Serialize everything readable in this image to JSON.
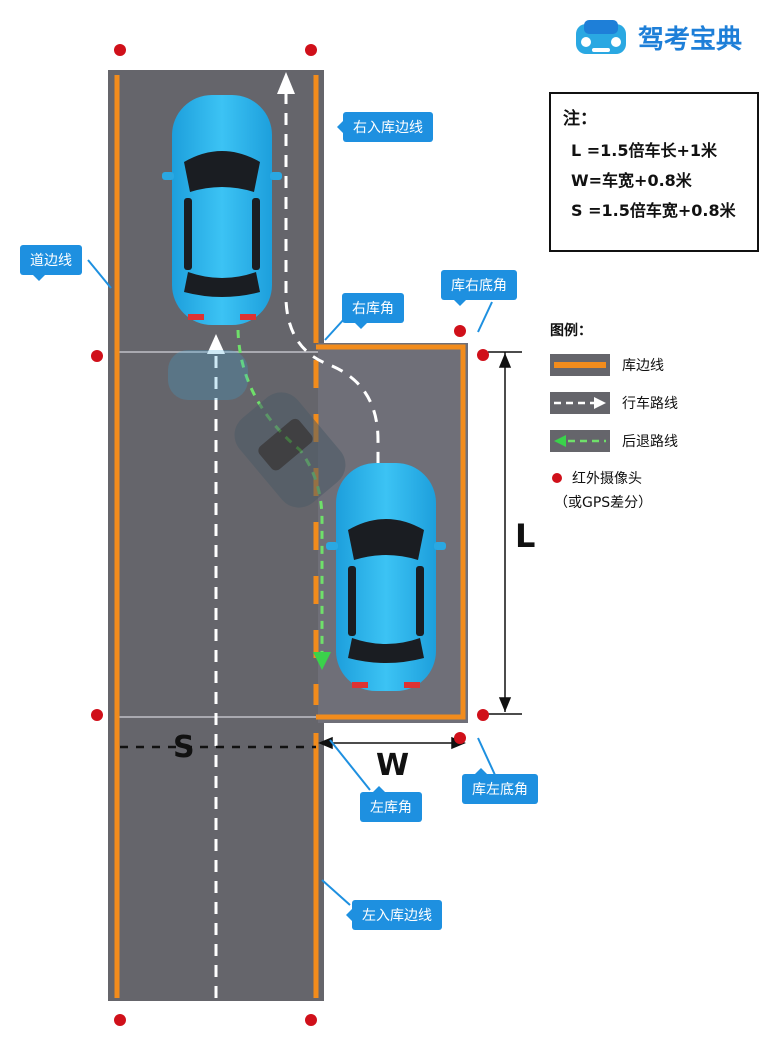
{
  "brand": {
    "name": "驾考宝典",
    "logo_icon": "car-logo-icon"
  },
  "note": {
    "title": "注：",
    "lines": [
      "L =1.5倍车长+1米",
      "W=车宽+0.8米",
      " S =1.5倍车宽+0.8米"
    ]
  },
  "legend": {
    "title": "图例：",
    "items": [
      {
        "label": "库边线",
        "icon": "orange-line-swatch"
      },
      {
        "label": "行车路线",
        "icon": "white-dashed-arrow-swatch"
      },
      {
        "label": "后退路线",
        "icon": "green-dashed-arrow-swatch"
      },
      {
        "label": "红外摄像头",
        "icon": "red-dot-swatch"
      }
    ],
    "camera_note": "（或GPS差分）"
  },
  "labels": {
    "right_entry_line": "右入库边线",
    "road_edge": "道边线",
    "right_bay_bottom_corner": "库右底角",
    "right_bay_corner": "右库角",
    "left_bay_corner": "左库角",
    "left_bay_bottom_corner": "库左底角",
    "left_entry_line": "左入库边线"
  },
  "dims": {
    "L": "L",
    "W": "W",
    "S": "S"
  },
  "colors": {
    "road": "#65656b",
    "bay": "#6f6f78",
    "edge_line": "#f28c1c",
    "car": "#2fb4e9",
    "tag": "#1e90e0",
    "camera": "#d0101a",
    "reverse_path": "#6fe06a"
  }
}
